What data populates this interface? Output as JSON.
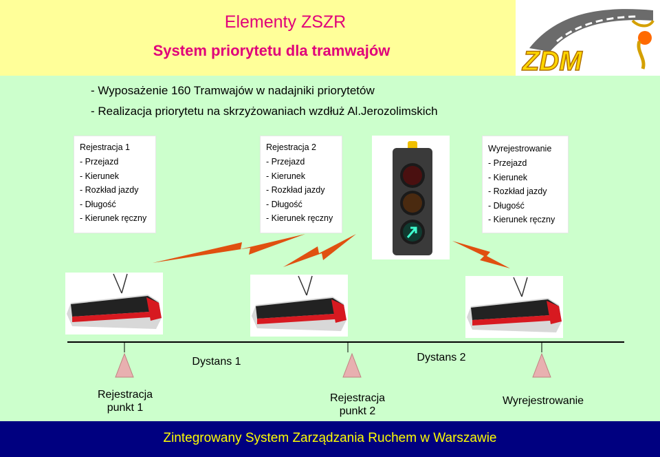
{
  "header": {
    "title": "Elementy ZSZR",
    "subtitle": "System priorytetu dla tramwajów",
    "logo_text": "ZDM"
  },
  "bullets": [
    "- Wyposażenie 160 Tramwajów w nadajniki priorytetów",
    "- Realizacja priorytetu na skrzyżowaniach wzdłuż Al.Jerozolimskich"
  ],
  "boxes": [
    {
      "title": "Rejestracja 1",
      "items": [
        "- Przejazd",
        "- Kierunek",
        "- Rozkład jazdy",
        "- Długość",
        "- Kierunek ręczny"
      ]
    },
    {
      "title": "Rejestracja 2",
      "items": [
        "- Przejazd",
        "- Kierunek",
        "- Rozkład jazdy",
        "- Długość",
        "- Kierunek ręczny"
      ]
    },
    {
      "title": "Wyrejestrowanie",
      "items": [
        "- Przejazd",
        "- Kierunek",
        "- Rozkład jazdy",
        "- Długość",
        "- Kierunek ręczny"
      ]
    }
  ],
  "distances": [
    "Dystans 1",
    "Dystans 2"
  ],
  "points": [
    {
      "line1": "Rejestracja",
      "line2": "punkt 1"
    },
    {
      "line1": "Rejestracja",
      "line2": "punkt 2"
    },
    {
      "line1": "Wyrejestrowanie",
      "line2": ""
    }
  ],
  "footer": "Zintegrowany System Zarządzania Ruchem w Warszawie",
  "colors": {
    "title": "#e0007a",
    "background": "#ccffcc",
    "header_bg": "#ffff99",
    "footer_bg": "#000080",
    "footer_text": "#ffff00",
    "bolt": "#e05010"
  }
}
